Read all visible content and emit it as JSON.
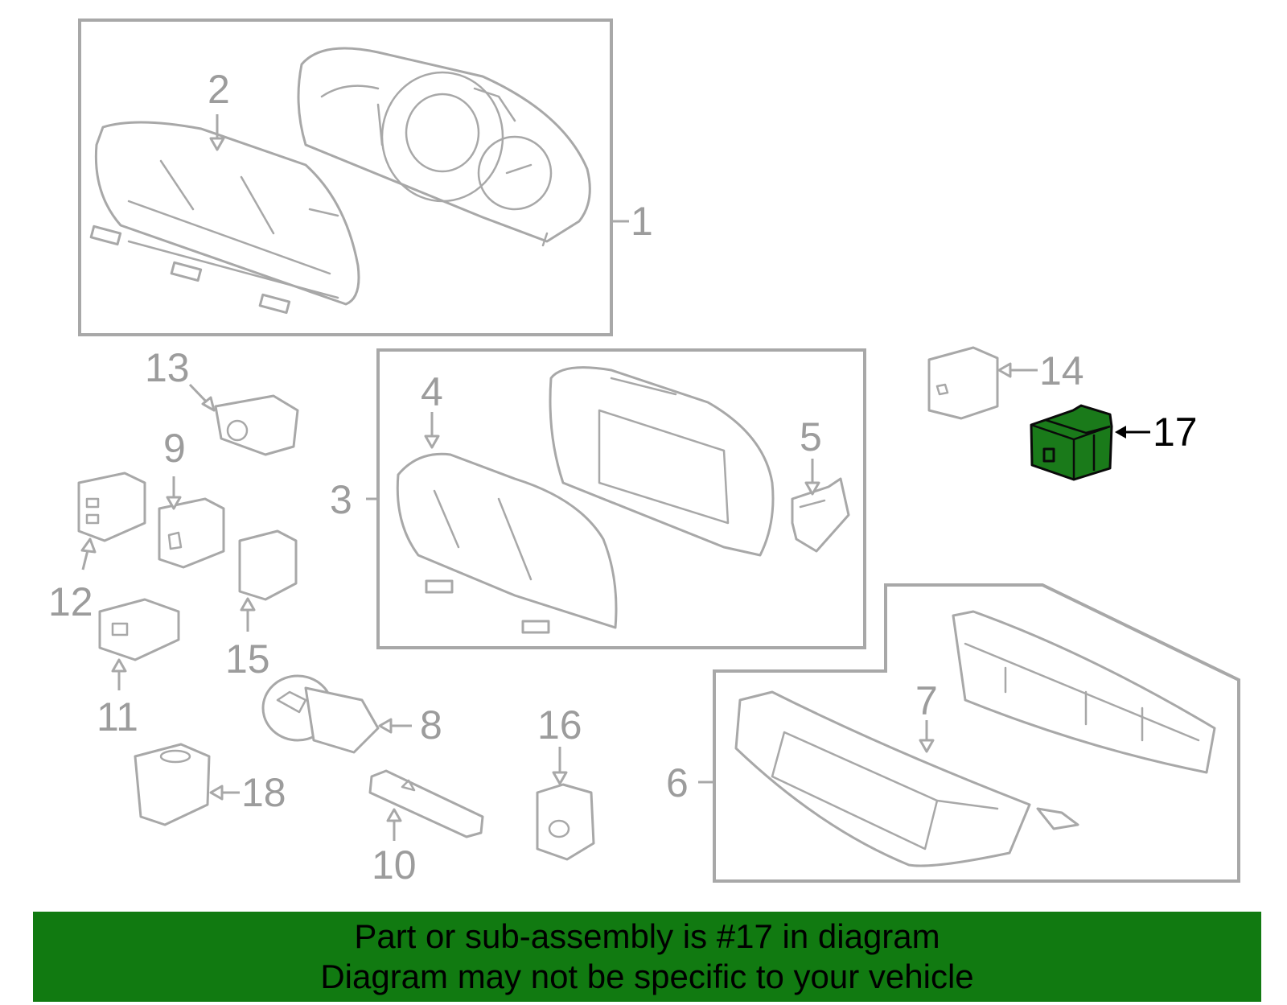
{
  "callouts": {
    "c1": "1",
    "c2": "2",
    "c3": "3",
    "c4": "4",
    "c5": "5",
    "c6": "6",
    "c7": "7",
    "c8": "8",
    "c9": "9",
    "c10": "10",
    "c11": "11",
    "c12": "12",
    "c13": "13",
    "c14": "14",
    "c15": "15",
    "c16": "16",
    "c17": "17",
    "c18": "18"
  },
  "highlighted_part": "17",
  "colors": {
    "highlight": "#1a7a1a",
    "footer_bg": "#117a11",
    "line_gray": "#a8a8a8"
  },
  "footer": {
    "line1": "Part or sub-assembly is #17 in diagram",
    "line2": "Diagram may not be specific to your vehicle"
  }
}
